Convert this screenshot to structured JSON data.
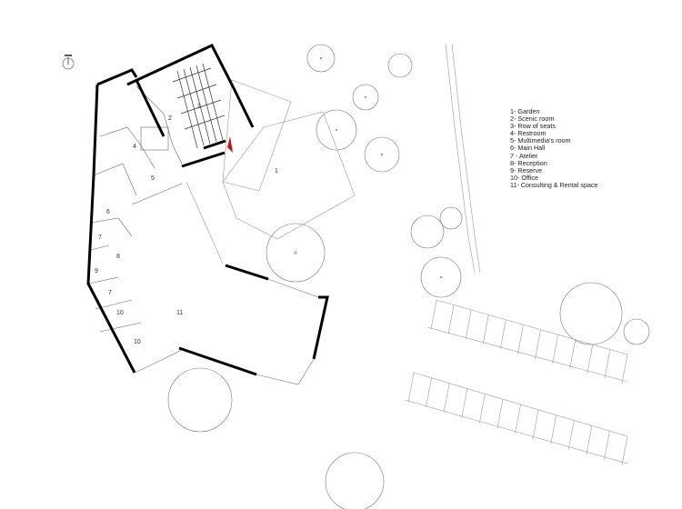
{
  "legend": [
    "1- Garden",
    "2- Scenic room",
    "3- Row of seats",
    "4- Restroom",
    "5- Multimedia's room",
    "6- Main Hall",
    "7 - Atelier",
    "8- Reception",
    "9- Reserve",
    "10- Office",
    "11- Consulting & Rental space"
  ],
  "room_labels": {
    "garden": "1",
    "scenic": "2",
    "seats": "3",
    "restroom": "4",
    "multimedia": "5",
    "hall": "6",
    "atelier_a": "7",
    "atelier_b": "7",
    "reception": "8",
    "reserve": "9",
    "office_a": "10",
    "office_b": "10",
    "consulting": "11"
  },
  "colors": {
    "wall": "#000000",
    "line": "#888888",
    "entrance_marker": "#cc1111"
  },
  "icons": {
    "north_arrow": "north-arrow-icon"
  }
}
